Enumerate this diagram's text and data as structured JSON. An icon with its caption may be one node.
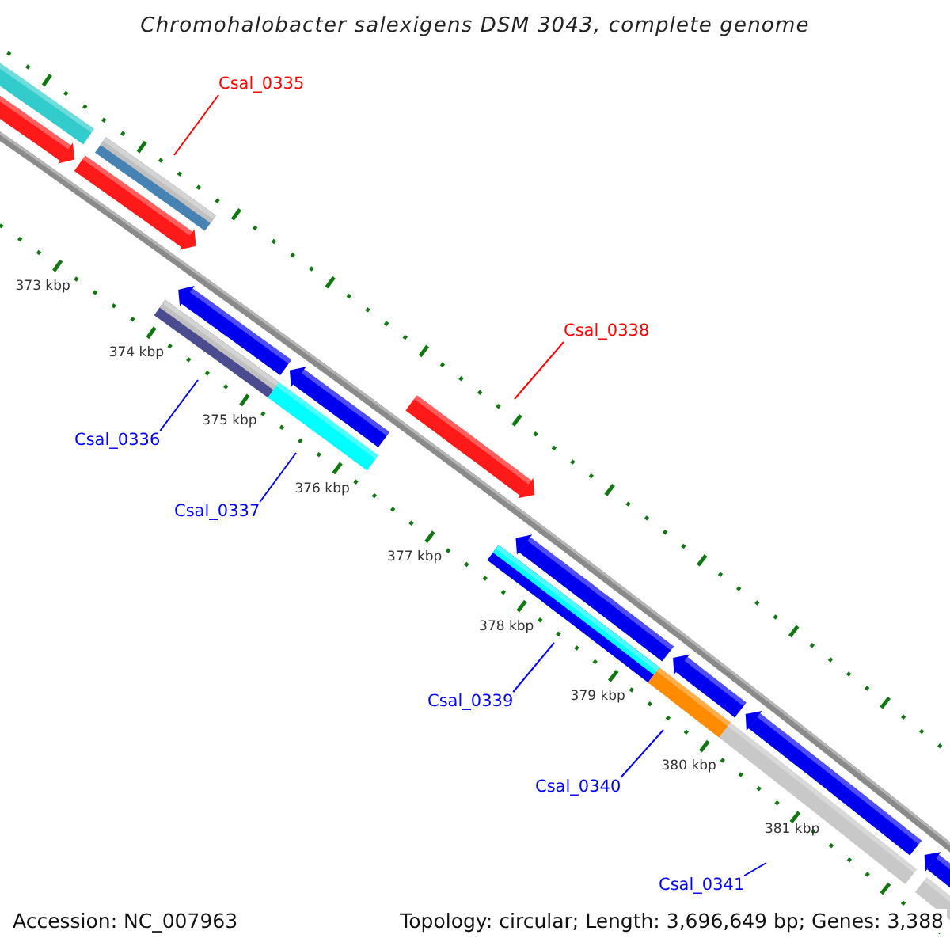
{
  "diagram": {
    "title": "Chromohalobacter salexigens DSM 3043, complete genome",
    "nodes": [
      {
        "text": [
          "Csal_0335"
        ]
      },
      {
        "text": [
          "Csal_0338"
        ]
      },
      {
        "text": [
          "Csal_0336"
        ]
      },
      {
        "text": [
          "Csal_0337"
        ]
      },
      {
        "text": [
          "Csal_0339"
        ]
      },
      {
        "text": [
          "Csal_0340"
        ]
      },
      {
        "text": [
          "Csal_0341"
        ]
      }
    ],
    "edges": [
      {
        "from": 0,
        "to": null,
        "arrow": "none",
        "color": "#ff0000"
      },
      {
        "from": 1,
        "to": null,
        "arrow": "none",
        "color": "#ff0000"
      },
      {
        "from": 2,
        "to": null,
        "arrow": "none"
      },
      {
        "from": 3,
        "to": null,
        "arrow": "none"
      },
      {
        "from": 4,
        "to": null,
        "arrow": "none"
      },
      {
        "from": 5,
        "to": null,
        "arrow": "none"
      },
      {
        "from": 6,
        "to": null,
        "arrow": "none"
      }
    ],
    "labels": [
      "373 kbp",
      "374 kbp",
      "375 kbp",
      "376 kbp",
      "377 kbp",
      "378 kbp",
      "379 kbp",
      "380 kbp",
      "381 kbp",
      "Accession: NC_007963",
      "Topology: circular; Length: 3,696,649 bp; Genes: 3,388"
    ]
  }
}
